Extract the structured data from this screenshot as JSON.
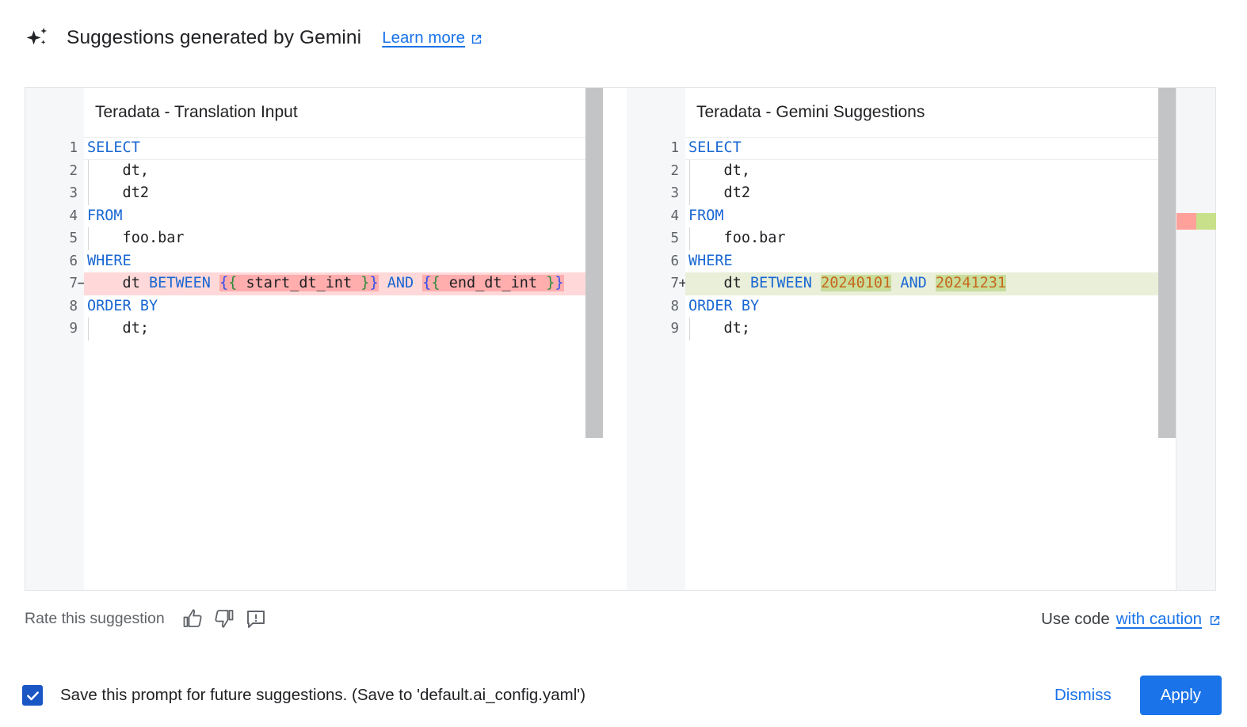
{
  "header": {
    "icon": "gemini-sparkle-icon",
    "title": "Suggestions generated by Gemini",
    "learn_more": "Learn more",
    "external_icon": "external-link-icon",
    "link_color": "#1a73e8"
  },
  "diff": {
    "left": {
      "title": "Teradata - Translation Input",
      "lines": [
        {
          "n": "1",
          "sign": "",
          "state": "cur",
          "indent": false,
          "tokens": [
            {
              "t": "SELECT",
              "c": "kw"
            }
          ]
        },
        {
          "n": "2",
          "sign": "",
          "state": "",
          "indent": true,
          "tokens": [
            {
              "t": "    dt,",
              "c": ""
            }
          ]
        },
        {
          "n": "3",
          "sign": "",
          "state": "",
          "indent": true,
          "tokens": [
            {
              "t": "    dt2",
              "c": ""
            }
          ]
        },
        {
          "n": "4",
          "sign": "",
          "state": "",
          "indent": false,
          "tokens": [
            {
              "t": "FROM",
              "c": "kw"
            }
          ]
        },
        {
          "n": "5",
          "sign": "",
          "state": "",
          "indent": true,
          "tokens": [
            {
              "t": "    foo.bar",
              "c": ""
            }
          ]
        },
        {
          "n": "6",
          "sign": "",
          "state": "",
          "indent": false,
          "tokens": [
            {
              "t": "WHERE",
              "c": "kw"
            }
          ]
        },
        {
          "n": "7",
          "sign": "−",
          "state": "del",
          "indent": false,
          "tokens": [
            {
              "t": "    dt ",
              "c": ""
            },
            {
              "t": "BETWEEN",
              "c": "kw"
            },
            {
              "t": " ",
              "c": ""
            },
            {
              "t": "{",
              "c": "br1 tok-del"
            },
            {
              "t": "{",
              "c": "br2 tok-del"
            },
            {
              "t": " start_dt_int ",
              "c": "tok-del"
            },
            {
              "t": "}",
              "c": "br2 tok-del"
            },
            {
              "t": "}",
              "c": "br1 tok-del"
            },
            {
              "t": " ",
              "c": ""
            },
            {
              "t": "AND",
              "c": "kw"
            },
            {
              "t": " ",
              "c": ""
            },
            {
              "t": "{",
              "c": "br1 tok-del"
            },
            {
              "t": "{",
              "c": "br2 tok-del"
            },
            {
              "t": " end_dt_int ",
              "c": "tok-del"
            },
            {
              "t": "}",
              "c": "br2 tok-del"
            },
            {
              "t": "}",
              "c": "br1 tok-del"
            }
          ]
        },
        {
          "n": "8",
          "sign": "",
          "state": "",
          "indent": false,
          "tokens": [
            {
              "t": "ORDER BY",
              "c": "kw"
            }
          ]
        },
        {
          "n": "9",
          "sign": "",
          "state": "",
          "indent": true,
          "tokens": [
            {
              "t": "    dt;",
              "c": ""
            }
          ]
        }
      ]
    },
    "right": {
      "title": "Teradata - Gemini Suggestions",
      "lines": [
        {
          "n": "1",
          "sign": "",
          "state": "cur",
          "indent": false,
          "tokens": [
            {
              "t": "SELECT",
              "c": "kw"
            }
          ]
        },
        {
          "n": "2",
          "sign": "",
          "state": "",
          "indent": true,
          "tokens": [
            {
              "t": "    dt,",
              "c": ""
            }
          ]
        },
        {
          "n": "3",
          "sign": "",
          "state": "",
          "indent": true,
          "tokens": [
            {
              "t": "    dt2",
              "c": ""
            }
          ]
        },
        {
          "n": "4",
          "sign": "",
          "state": "",
          "indent": false,
          "tokens": [
            {
              "t": "FROM",
              "c": "kw"
            }
          ]
        },
        {
          "n": "5",
          "sign": "",
          "state": "",
          "indent": true,
          "tokens": [
            {
              "t": "    foo.bar",
              "c": ""
            }
          ]
        },
        {
          "n": "6",
          "sign": "",
          "state": "",
          "indent": false,
          "tokens": [
            {
              "t": "WHERE",
              "c": "kw"
            }
          ]
        },
        {
          "n": "7",
          "sign": "+",
          "state": "add",
          "indent": false,
          "tokens": [
            {
              "t": "    dt ",
              "c": ""
            },
            {
              "t": "BETWEEN",
              "c": "kw"
            },
            {
              "t": " ",
              "c": ""
            },
            {
              "t": "20240101",
              "c": "num tok-add"
            },
            {
              "t": " ",
              "c": ""
            },
            {
              "t": "AND",
              "c": "kw"
            },
            {
              "t": " ",
              "c": ""
            },
            {
              "t": "20241231",
              "c": "num tok-add"
            }
          ]
        },
        {
          "n": "8",
          "sign": "",
          "state": "",
          "indent": false,
          "tokens": [
            {
              "t": "ORDER BY",
              "c": "kw"
            }
          ]
        },
        {
          "n": "9",
          "sign": "",
          "state": "",
          "indent": true,
          "tokens": [
            {
              "t": "    dt;",
              "c": ""
            }
          ]
        }
      ]
    },
    "markers": {
      "removed_color": "#ffa19a",
      "added_color": "#c9e08a"
    }
  },
  "feedback": {
    "label": "Rate this suggestion",
    "icons": [
      "thumb-up-icon",
      "thumb-down-icon",
      "report-feedback-icon"
    ]
  },
  "caution": {
    "prefix": "Use code",
    "link": "with caution",
    "external_icon": "external-link-icon"
  },
  "bottom": {
    "checkbox_checked": true,
    "checkbox_label": "Save this prompt for future suggestions. (Save to 'default.ai_config.yaml')",
    "dismiss_label": "Dismiss",
    "apply_label": "Apply",
    "apply_bg": "#1a73e8"
  }
}
